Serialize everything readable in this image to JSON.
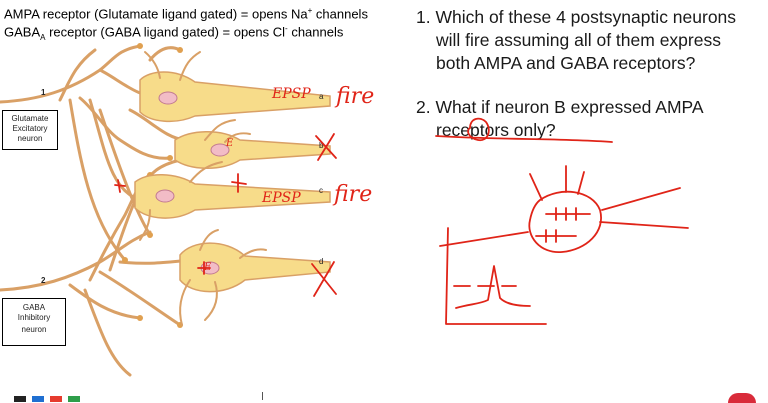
{
  "header": {
    "line1_pre": "AMPA receptor (Glutamate ligand gated) = opens Na",
    "line1_sup": "+",
    "line1_post": " channels",
    "line2_pre": "GABA",
    "line2_sub": "A",
    "line2_post": " receptor (GABA ligand gated) = opens Cl",
    "line2_sup": "-",
    "line2_post2": " channels"
  },
  "questions": {
    "q1_line1": "1. Which of these 4 postsynaptic neurons",
    "q1_line2": "will fire assuming all of them express",
    "q1_line3": "both AMPA and GABA receptors?",
    "q2_line1": "2. What if neuron B expressed AMPA",
    "q2_line2": "receptors only?"
  },
  "diagram": {
    "neuron1_number": "1",
    "neuron1_label_line1": "Glutamate",
    "neuron1_label_line2": "Excitatory",
    "neuron1_label_line3": "neuron",
    "neuron2_number": "2",
    "neuron2_label_line1": "GABA",
    "neuron2_label_line2": "Inhibitory",
    "neuron2_label_line3": "neuron",
    "letter_a": "a",
    "letter_b": "b",
    "letter_c": "c",
    "letter_d": "d"
  },
  "annotations": {
    "epsp_a": "EPSP",
    "fire_a": "fire",
    "epsp_c": "EPSP",
    "fire_c": "fire",
    "e_mark": "E"
  },
  "colors": {
    "axon": "#d9a066",
    "soma_fill": "#f7dc8a",
    "nucleus": "#f2bcc6",
    "ink": "#e02418",
    "toolbar": [
      "#222222",
      "#1f6fd1",
      "#e63b2e",
      "#2e9e4a"
    ]
  }
}
